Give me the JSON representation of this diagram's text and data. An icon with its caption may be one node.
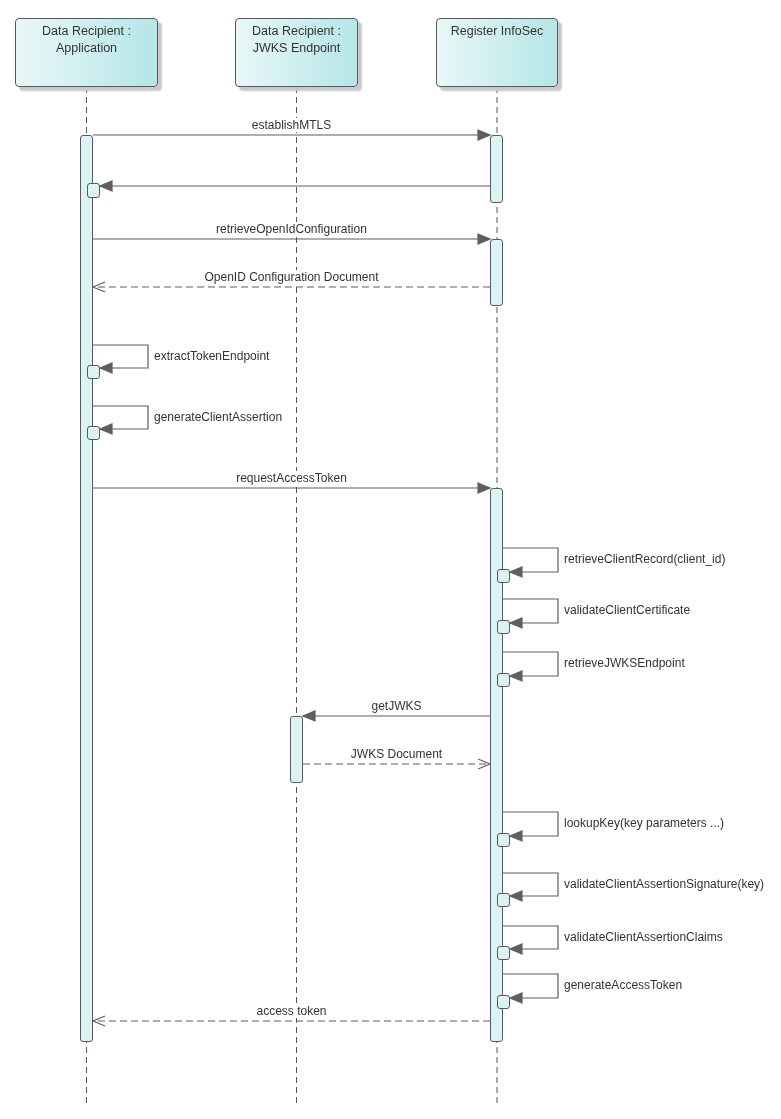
{
  "diagram": {
    "nodes": [
      {
        "text": [
          "Data Recipient : Application"
        ]
      },
      {
        "text": [
          "Data Recipient : JWKS Endpoint"
        ]
      },
      {
        "text": [
          "Register InfoSec"
        ]
      },
      {
        "text": [],
        "shape": "bar"
      },
      {
        "text": [],
        "shape": "bar"
      },
      {
        "text": [],
        "shape": "bar"
      },
      {
        "text": [],
        "shape": "bar"
      },
      {
        "text": [],
        "shape": "bar"
      },
      {
        "text": [],
        "shape": "bar"
      },
      {
        "text": [],
        "shape": "bar"
      },
      {
        "text": [],
        "shape": "bar"
      },
      {
        "text": [],
        "shape": "bar"
      },
      {
        "text": [],
        "shape": "bar"
      },
      {
        "text": [],
        "shape": "bar"
      },
      {
        "text": [],
        "shape": "bar"
      },
      {
        "text": [],
        "shape": "bar"
      },
      {
        "text": [],
        "shape": "bar"
      },
      {
        "text": [],
        "shape": "bar"
      }
    ],
    "edges": [
      {
        "from": 3,
        "to": 4,
        "arrow": "to",
        "label": "establishMTLS"
      },
      {
        "from": 4,
        "to": 5,
        "arrow": "to"
      },
      {
        "from": 3,
        "to": 6,
        "arrow": "to",
        "label": "retrieveOpenIdConfiguration"
      },
      {
        "from": 6,
        "to": 3,
        "arrow": "to",
        "label": "OpenID Configuration Document",
        "style": "dashed"
      },
      {
        "from": 3,
        "to": 7,
        "arrow": "to",
        "label": "extractTokenEndpoint"
      },
      {
        "from": 3,
        "to": 8,
        "arrow": "to",
        "label": "generateClientAssertion"
      },
      {
        "from": 3,
        "to": 9,
        "arrow": "to",
        "label": "requestAccessToken"
      },
      {
        "from": 9,
        "to": 10,
        "arrow": "to",
        "label": "retrieveClientRecord(client_id)"
      },
      {
        "from": 9,
        "to": 11,
        "arrow": "to",
        "label": "validateClientCertificate"
      },
      {
        "from": 9,
        "to": 12,
        "arrow": "to",
        "label": "retrieveJWKSEndpoint"
      },
      {
        "from": 9,
        "to": 13,
        "arrow": "to",
        "label": "getJWKS"
      },
      {
        "from": 13,
        "to": 9,
        "arrow": "to",
        "label": "JWKS Document",
        "style": "dashed"
      },
      {
        "from": 9,
        "to": 14,
        "arrow": "to",
        "label": "lookupKey(key parameters ...)"
      },
      {
        "from": 9,
        "to": 15,
        "arrow": "to",
        "label": "validateClientAssertionSignature(key)"
      },
      {
        "from": 9,
        "to": 16,
        "arrow": "to",
        "label": "validateClientAssertionClaims"
      },
      {
        "from": 9,
        "to": 17,
        "arrow": "to",
        "label": "generateAccessToken"
      },
      {
        "from": 9,
        "to": 3,
        "arrow": "to",
        "label": "access token",
        "style": "dashed"
      }
    ]
  }
}
